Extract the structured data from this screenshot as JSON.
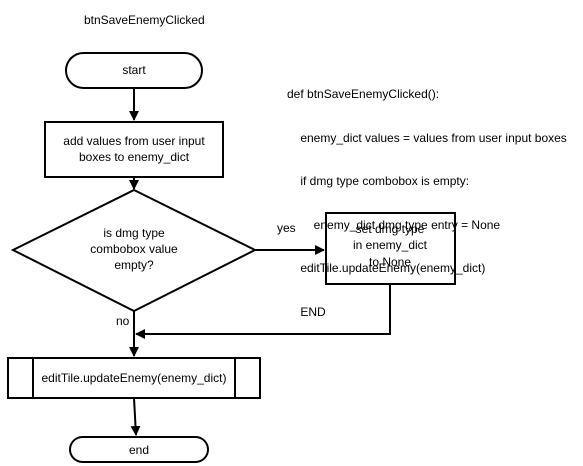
{
  "diagram_title": "btnSaveEnemyClicked",
  "flowchart": {
    "start_label": "start",
    "process_lines": [
      "add values from user input",
      "boxes to enemy_dict"
    ],
    "decision_lines": [
      "is dmg type",
      "combobox value",
      "empty?"
    ],
    "yes_label": "yes",
    "no_label": "no",
    "yes_process_lines": [
      "set dmg type",
      "in enemy_dict",
      "to None"
    ],
    "subroutine_label": "editTile.updateEnemy(enemy_dict)",
    "end_label": "end"
  },
  "pseudocode": {
    "lines": [
      "def btnSaveEnemyClicked():",
      "    enemy_dict values = values from user input boxes",
      "    if dmg type combobox is empty:",
      "        enemy_dict dmg type entry = None",
      "    editTile.updateEnemy(enemy_dict)",
      "    END"
    ]
  }
}
